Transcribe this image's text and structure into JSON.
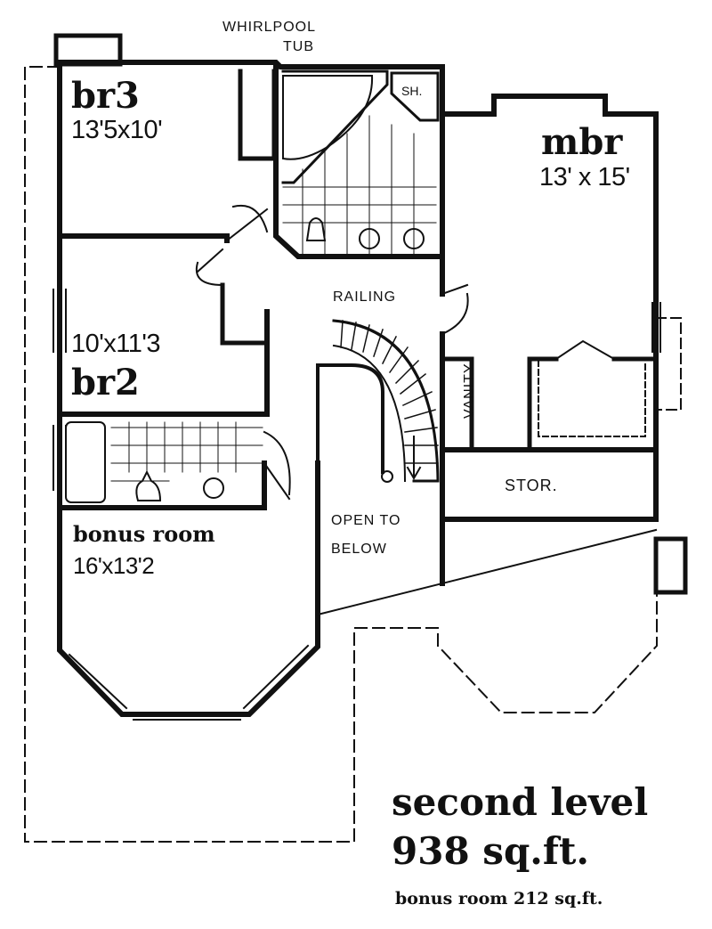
{
  "rooms": {
    "br3": {
      "name": "br3",
      "size": "13'5x10'"
    },
    "br2": {
      "name": "br2",
      "size": "10'x11'3"
    },
    "mbr": {
      "name": "mbr",
      "size": "13' x 15'"
    },
    "bonus": {
      "name": "bonus room",
      "size": "16'x13'2"
    }
  },
  "fixtures": {
    "whirlpool": "WHIRLPOOL",
    "tub": "TUB",
    "shower": "SH.",
    "railing": "RAILING",
    "vanity": "VANITY",
    "storage": "STOR.",
    "open_line1": "OPEN TO",
    "open_line2": "BELOW"
  },
  "caption": {
    "level": "second level",
    "area": "938 sq.ft.",
    "bonus_area": "bonus room 212 sq.ft."
  },
  "colors": {
    "ink": "#111111",
    "paper": "#ffffff"
  }
}
